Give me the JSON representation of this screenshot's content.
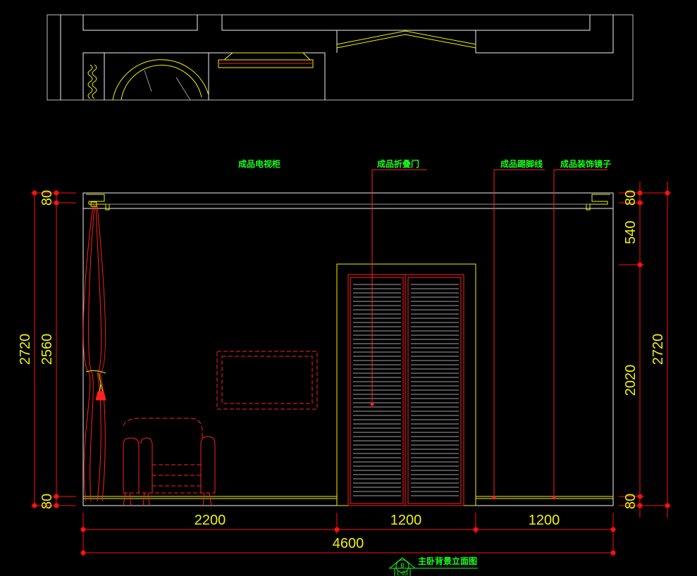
{
  "colors": {
    "background": "#000000",
    "wall_line": "#f2f2f2",
    "furniture": "#ff2020",
    "accent": "#f2f200",
    "annotation": "#19ff19",
    "dimension_line": "#ff1010"
  },
  "callouts": {
    "tv_cabinet": "成品电视柜",
    "folding_door": "成品折叠门",
    "skirting": "成品踢脚线",
    "mirror": "成品装饰镜子"
  },
  "dimensions": {
    "bottom": {
      "segment_left": "2200",
      "segment_middle": "1200",
      "segment_right": "1200",
      "total": "4600"
    },
    "left": {
      "total": "2720",
      "top": "80",
      "middle": "2560",
      "bottom": "80"
    },
    "right": {
      "top": "80",
      "upper": "540",
      "middle": "2020",
      "bottom": "80",
      "total": "2720"
    }
  },
  "title": {
    "text": "主卧背景立面图",
    "tag_letter": "B",
    "tag_sheet": "L-03"
  }
}
